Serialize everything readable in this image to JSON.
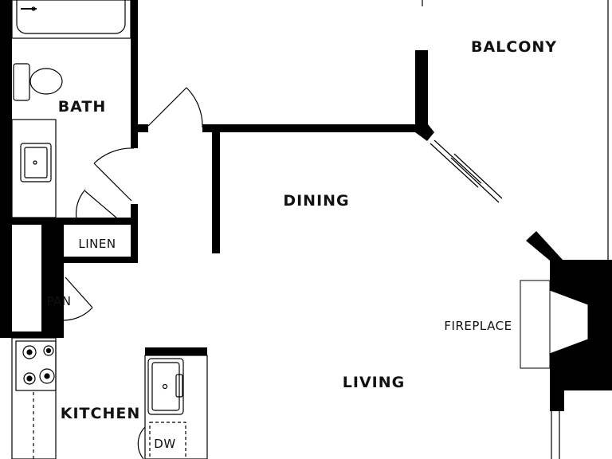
{
  "labels": {
    "balcony": "BALCONY",
    "bath": "BATH",
    "dining": "DINING",
    "linen": "LINEN",
    "pan": "PAN",
    "fireplace": "FIREPLACE",
    "living": "LIVING",
    "kitchen": "KITCHEN",
    "dw": "DW"
  },
  "colors": {
    "wall": "#000000",
    "line": "#000000",
    "background": "#ffffff"
  }
}
